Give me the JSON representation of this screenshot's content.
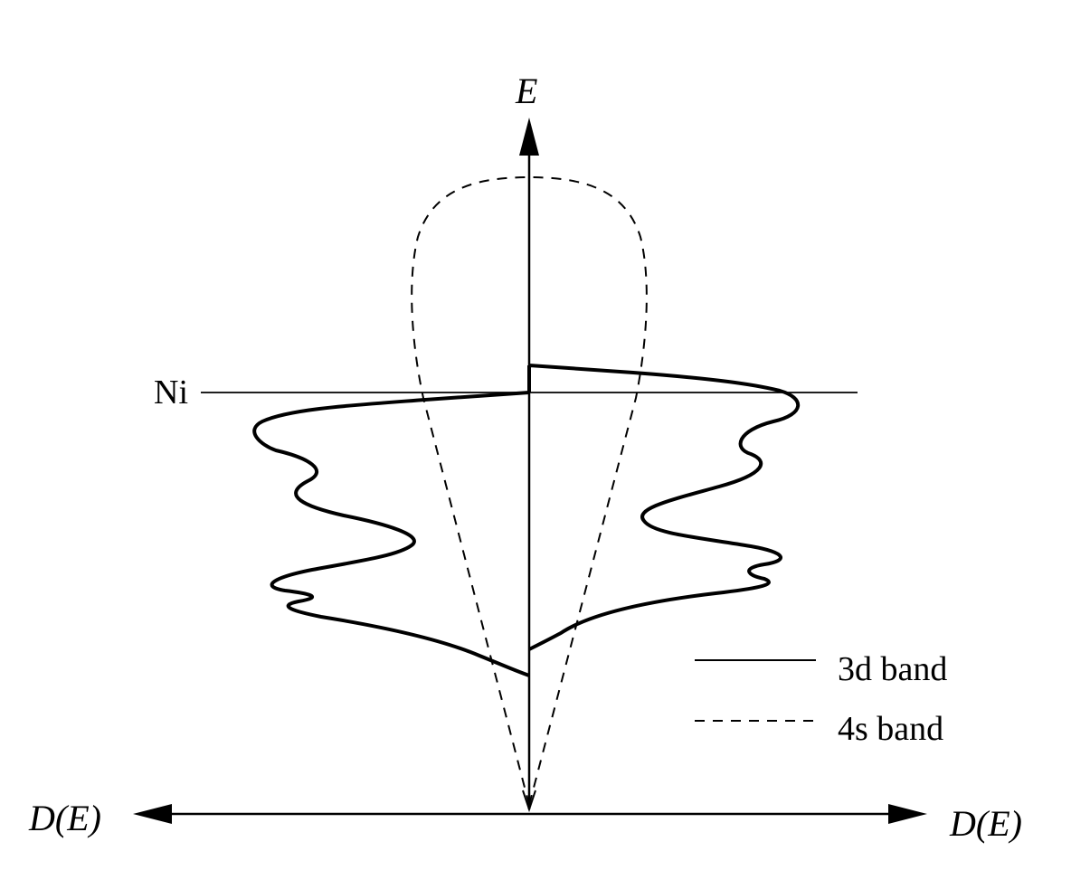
{
  "diagram": {
    "axes": {
      "energy_label": "E",
      "dos_left_label": "D(E)",
      "dos_right_label": "D(E)"
    },
    "fermi_level": {
      "label": "Ni"
    },
    "legend": [
      {
        "label": "3d band",
        "line_style": "solid"
      },
      {
        "label": "4s band",
        "line_style": "dashed"
      }
    ],
    "colors": {
      "stroke": "#000000",
      "background": "#ffffff"
    }
  }
}
